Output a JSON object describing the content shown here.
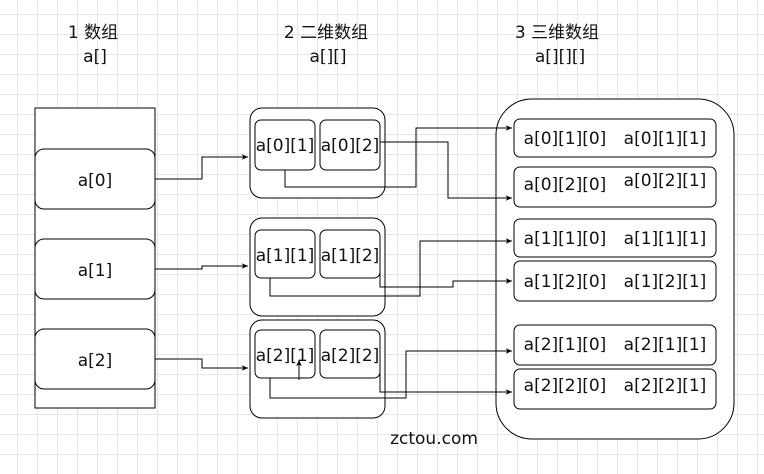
{
  "headers": {
    "col1_title": "1 数组",
    "col1_sub": "a[]",
    "col2_title": "2 二维数组",
    "col2_sub": "a[][]",
    "col3_title": "3 三维数组",
    "col3_sub": "a[][][]"
  },
  "array1d": [
    "a[0]",
    "a[1]",
    "a[2]"
  ],
  "array2d": [
    [
      "a[0][1]",
      "a[0][2]"
    ],
    [
      "a[1][1]",
      "a[1][2]"
    ],
    [
      "a[2][1]",
      "a[2][2]"
    ]
  ],
  "array3d": [
    [
      "a[0][1][0]",
      "a[0][1][1]"
    ],
    [
      "a[0][2][0]",
      "a[0][2][1]"
    ],
    [
      "a[1][1][0]",
      "a[1][1][1]"
    ],
    [
      "a[1][2][0]",
      "a[1][2][1]"
    ],
    [
      "a[2][1][0]",
      "a[2][1][1]"
    ],
    [
      "a[2][2][0]",
      "a[2][2][1]"
    ]
  ],
  "watermark": "zctou.com"
}
